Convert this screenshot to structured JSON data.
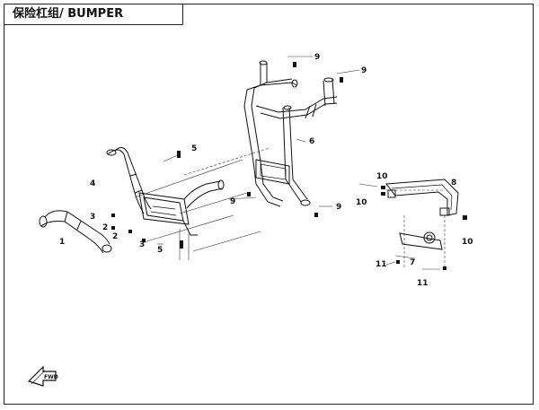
{
  "title": "保险杠组/ BUMPER",
  "front_arrow_label": "FWD",
  "callouts": [
    "1",
    "2",
    "2",
    "3",
    "3",
    "4",
    "5",
    "5",
    "6",
    "7",
    "8",
    "9",
    "9",
    "9",
    "9",
    "10",
    "10",
    "10",
    "11",
    "11"
  ]
}
